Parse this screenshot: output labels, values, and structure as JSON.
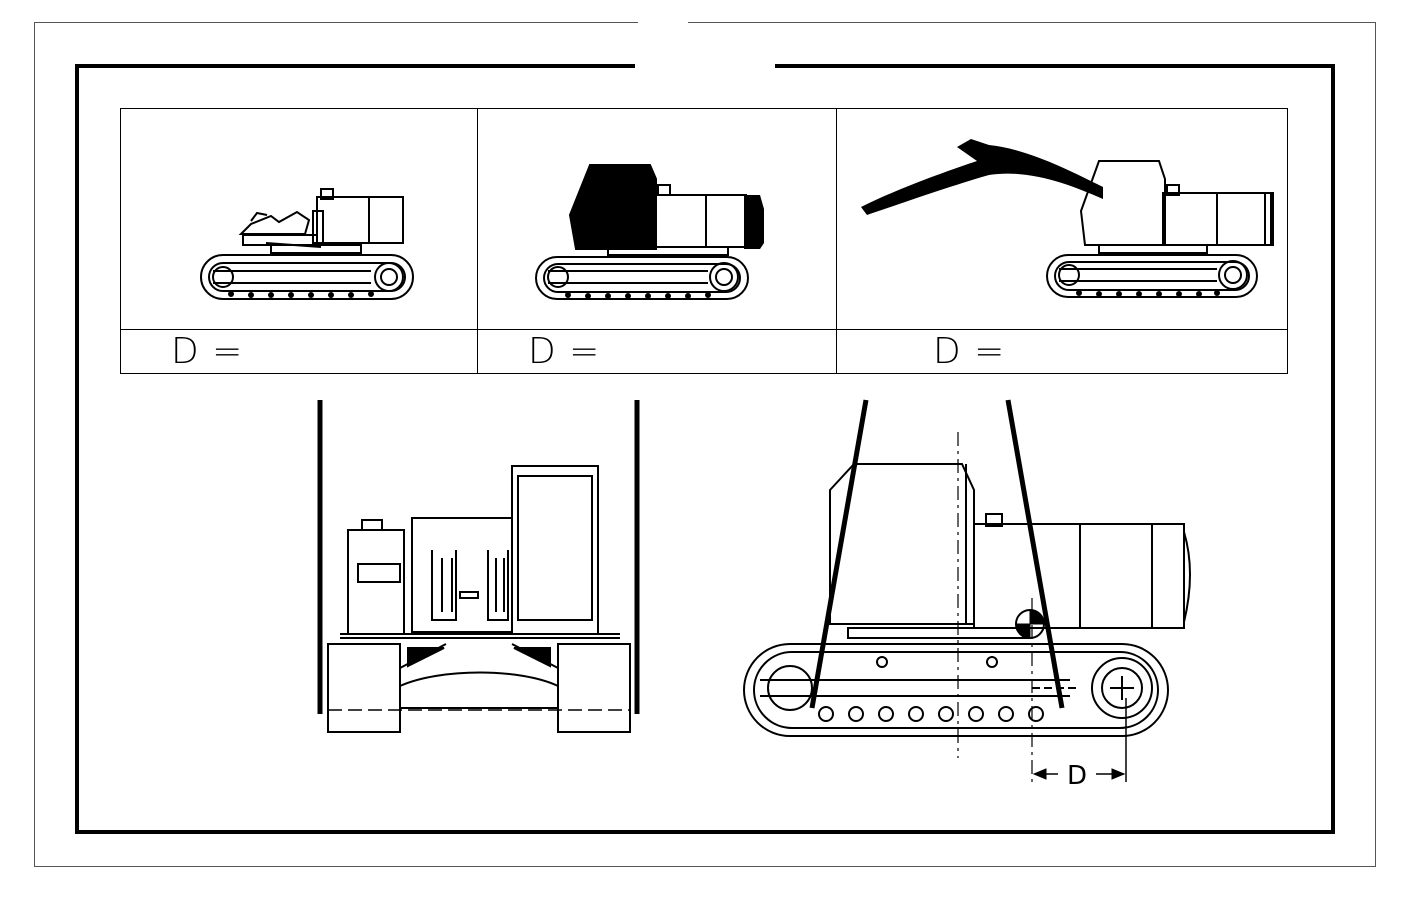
{
  "panels": [
    {
      "id": "panel-1",
      "d_label": "D ="
    },
    {
      "id": "panel-2",
      "d_label": "D ="
    },
    {
      "id": "panel-3",
      "d_label": "D ="
    }
  ],
  "side_view": {
    "dimension_label": "D"
  },
  "icons": [
    "excavator-stripped-icon",
    "excavator-counterweight-icon",
    "excavator-boom-icon",
    "excavator-front-view-icon",
    "excavator-side-lift-icon"
  ]
}
